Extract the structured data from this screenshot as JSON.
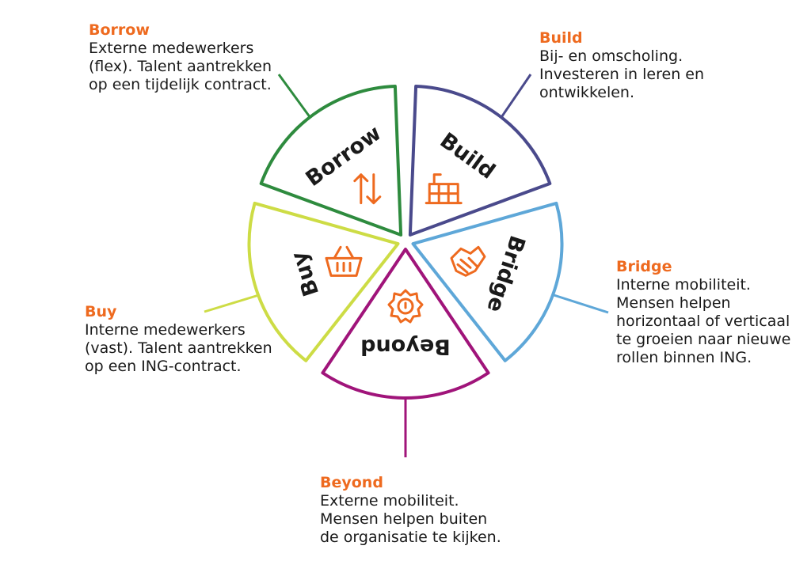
{
  "colors": {
    "accent": "#ee6a1f",
    "borrow": "#2e8b3e",
    "build": "#4a4a8c",
    "bridge": "#5ea7d8",
    "beyond": "#a0147a",
    "buy": "#cddc45"
  },
  "segments": [
    {
      "key": "borrow",
      "label": "Borrow",
      "icon": "swap-arrows-icon"
    },
    {
      "key": "build",
      "label": "Build",
      "icon": "scaffold-icon"
    },
    {
      "key": "bridge",
      "label": "Bridge",
      "icon": "handshake-icon"
    },
    {
      "key": "beyond",
      "label": "Beyond",
      "icon": "badge-icon"
    },
    {
      "key": "buy",
      "label": "Buy",
      "icon": "basket-icon"
    }
  ],
  "callouts": {
    "borrow": {
      "title": "Borrow",
      "lines": [
        "Externe medewerkers",
        "(flex). Talent aantrekken",
        "op een tijdelijk contract."
      ]
    },
    "build": {
      "title": "Build",
      "lines": [
        "Bij- en omscholing.",
        "Investeren in leren en",
        "ontwikkelen."
      ]
    },
    "bridge": {
      "title": "Bridge",
      "lines": [
        "Interne mobiliteit.",
        "Mensen helpen",
        "horizontaal of verticaal",
        "te groeien naar nieuwe",
        "rollen binnen ING."
      ]
    },
    "buy": {
      "title": "Buy",
      "lines": [
        "Interne medewerkers",
        "(vast). Talent aantrekken",
        "op een ING-contract."
      ]
    },
    "beyond": {
      "title": "Beyond",
      "lines": [
        "Externe mobiliteit.",
        "Mensen helpen buiten",
        "de organisatie te kijken."
      ]
    }
  }
}
